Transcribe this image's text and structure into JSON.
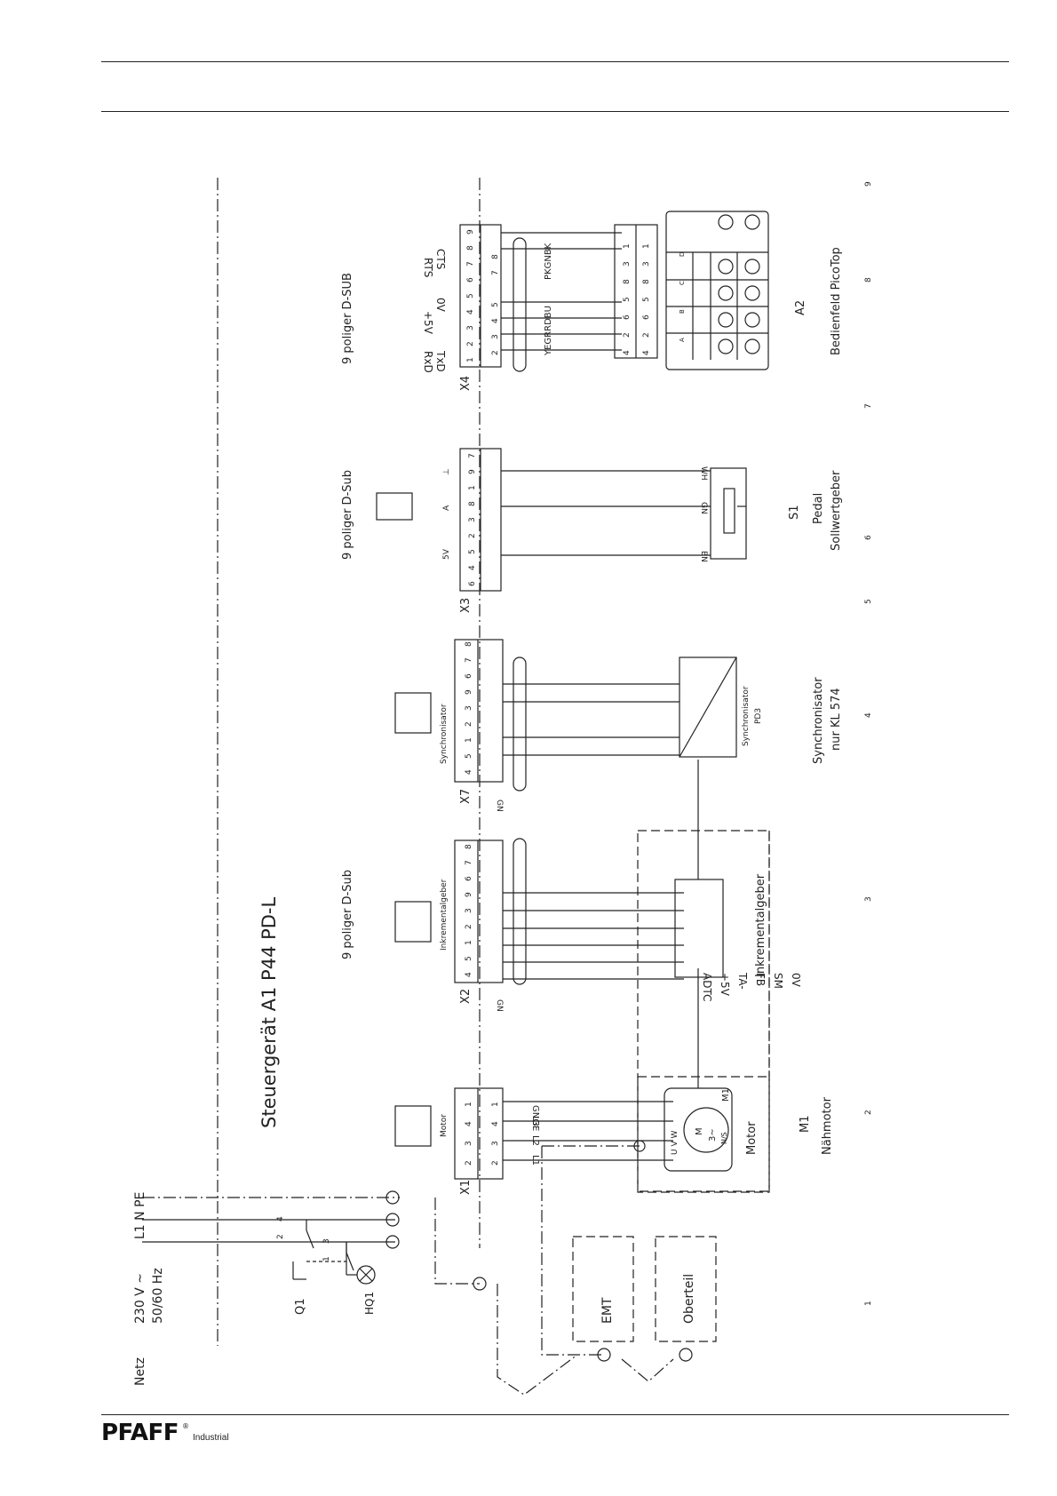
{
  "diagram": {
    "title": "Steuergerät A1 P44 PD-L",
    "netz": "Netz",
    "voltage": "230 V ∼",
    "frequency": "50/60 Hz",
    "mains_lines": "L1 N PE",
    "q1": "Q1",
    "hq1": "HQ1",
    "switch_pins": [
      "2",
      "4",
      "1",
      "3"
    ],
    "emt": "EMT",
    "oberteil": "Oberteil",
    "x1": {
      "id": "X1",
      "label": "Motor",
      "pins_left": [
        "2",
        "3",
        "4",
        "1"
      ],
      "pins_right": [
        "2",
        "3",
        "4",
        "1"
      ],
      "wires": [
        "L1",
        "L2",
        "L3",
        "GNGE"
      ]
    },
    "m1": {
      "id": "M1",
      "tag": "M1",
      "motor_label": "Motor",
      "caption": "Nähmotor",
      "terminals": "U V W",
      "symbol_m": "M",
      "symbol_3": "3∼",
      "symbol_ns": "N/S"
    },
    "x2": {
      "id": "X2",
      "label": "Inkrementalgeber",
      "connector": "9 poliger D-Sub",
      "pins": [
        "4",
        "5",
        "1",
        "2",
        "3",
        "9",
        "6",
        "7",
        "8"
      ],
      "shield": "GN"
    },
    "encoder": {
      "label": "Inkrementalgeber",
      "signals": [
        "ADTC",
        "+5V",
        "TA-",
        "FB",
        "SM",
        "0V"
      ]
    },
    "x7": {
      "id": "X7",
      "label": "Synchronisator",
      "pins": [
        "4",
        "5",
        "1",
        "2",
        "3",
        "9",
        "6",
        "7",
        "8"
      ],
      "shield": "GN"
    },
    "sync": {
      "label": "Synchronisator",
      "sub": "PD3",
      "caption": "Synchronisator",
      "caption_sub": "nur KL 574"
    },
    "x3": {
      "id": "X3",
      "connector": "9 poliger D-Sub",
      "pins": [
        "6",
        "4",
        "5",
        "2",
        "3",
        "8",
        "1",
        "9",
        "7"
      ],
      "signals": [
        "5V",
        "A",
        "⊥"
      ],
      "wires": [
        "BN",
        "GN",
        "WH"
      ]
    },
    "s1": {
      "id": "S1",
      "caption": "Pedal",
      "caption_sub": "Sollwertgeber"
    },
    "x4": {
      "id": "X4",
      "connector": "9 poliger D-SUB",
      "pins": [
        "1",
        "2",
        "3",
        "4",
        "5",
        "6",
        "7",
        "8",
        "9"
      ],
      "lower_pins": [
        "2",
        "3",
        "4",
        "5",
        "7",
        "8"
      ],
      "signals": [
        "RxD",
        "TxD",
        "+5V",
        "0V",
        "RTS",
        "CTS"
      ],
      "wires": [
        "YE",
        "GR",
        "RD",
        "BU",
        "PK",
        "GN",
        "BK"
      ]
    },
    "a2": {
      "id": "A2",
      "caption": "Bedienfeld PicoTop",
      "upper_pins": [
        "4",
        "2",
        "6",
        "5",
        "8",
        "3",
        "1"
      ],
      "lower_pins": [
        "4",
        "2",
        "6",
        "5",
        "8",
        "3",
        "1"
      ],
      "columns": [
        "A",
        "B",
        "C",
        "D"
      ]
    },
    "zones": [
      "1",
      "2",
      "3",
      "4",
      "5",
      "6",
      "7",
      "8",
      "9"
    ]
  },
  "footer": {
    "brand": "PFAFF",
    "sub": "Industrial"
  }
}
